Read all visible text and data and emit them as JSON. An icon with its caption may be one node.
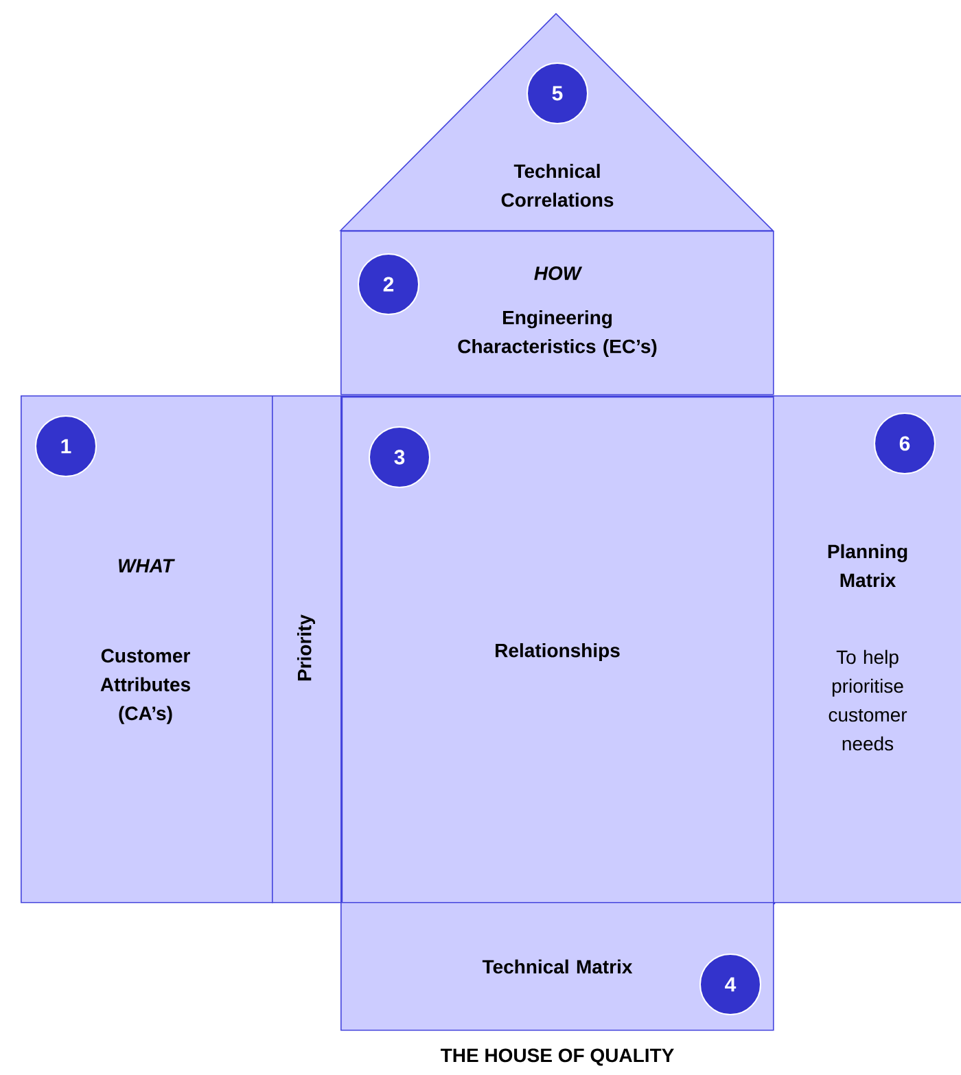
{
  "diagram": {
    "caption": "THE HOUSE OF QUALITY",
    "nodes": [
      {
        "text": [
          "Technical Correlations"
        ]
      },
      {
        "text": [
          "5"
        ],
        "in": 0
      },
      {
        "text": [
          "HOW",
          "Engineering Characteristics (EC’s)"
        ]
      },
      {
        "text": [
          "2"
        ],
        "in": 2
      },
      {
        "text": [
          "WHAT",
          "Customer Attributes (CA’s)"
        ]
      },
      {
        "text": [
          "1"
        ],
        "in": 4
      },
      {
        "text": [
          "Priority"
        ]
      },
      {
        "text": [
          "Relationships"
        ]
      },
      {
        "text": [
          "3"
        ],
        "in": 7
      },
      {
        "text": [
          "Planning Matrix",
          "To help prioritise customer needs"
        ]
      },
      {
        "text": [
          "6"
        ],
        "in": 9
      },
      {
        "text": [
          "Technical Matrix"
        ]
      },
      {
        "text": [
          "4"
        ],
        "in": 11
      }
    ]
  }
}
